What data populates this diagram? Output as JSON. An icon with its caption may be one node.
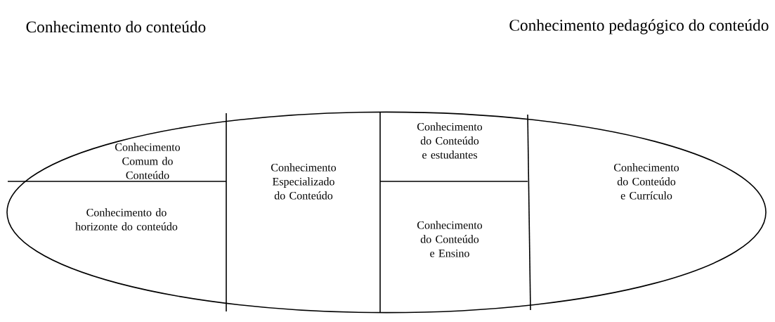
{
  "diagram": {
    "nodes": [
      {
        "text": [],
        "shape": "ellipse"
      },
      {
        "text": [
          "Conhecimento Comum do Conteúdo"
        ],
        "in": 0
      },
      {
        "text": [
          "Conhecimento do horizonte do conteúdo"
        ],
        "in": 0
      },
      {
        "text": [
          "Conhecimento Especializado do Conteúdo"
        ],
        "in": 0
      },
      {
        "text": [
          "Conhecimento do Conteúdo e estudantes"
        ],
        "in": 0
      },
      {
        "text": [
          "Conhecimento do Conteúdo e Ensino"
        ],
        "in": 0
      },
      {
        "text": [
          "Conhecimento do Conteúdo e Currículo"
        ],
        "in": 0
      }
    ],
    "labels": [
      "Conhecimento do conteúdo",
      "Conhecimento pedagógico do conteúdo"
    ]
  }
}
